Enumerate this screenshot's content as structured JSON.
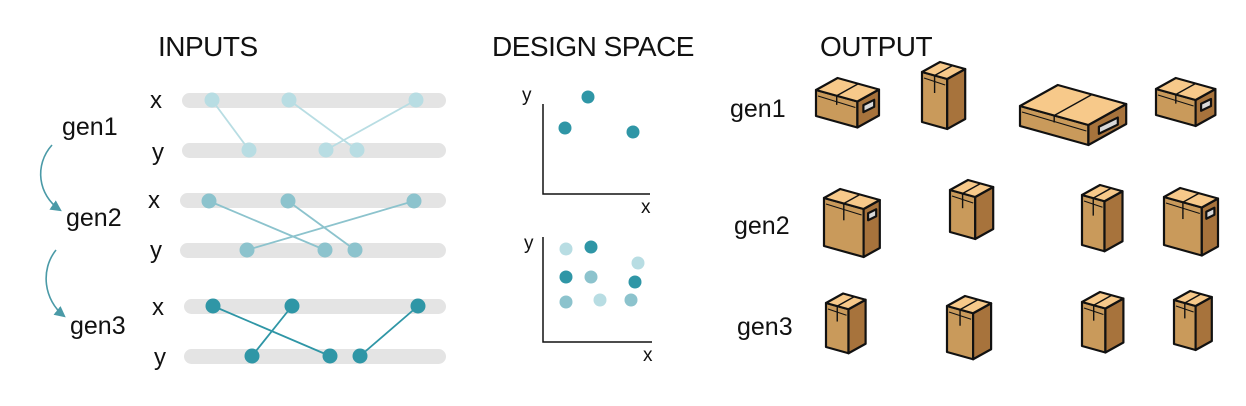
{
  "headings": {
    "inputs": "INPUTS",
    "design_space": "DESIGN SPACE",
    "output": "OUTPUT"
  },
  "axis_labels": {
    "x": "x",
    "y": "y"
  },
  "colors": {
    "gen1": "#b8dde3",
    "gen2": "#8cc3cd",
    "gen3": "#2f96a6",
    "track": "#e4e4e4",
    "box_front": "#c99a5b",
    "box_top": "#f7c98a",
    "box_side": "#a7733c"
  },
  "inputs": {
    "generations": [
      {
        "label": "gen1",
        "color_key": "gen1"
      },
      {
        "label": "gen2",
        "color_key": "gen2"
      },
      {
        "label": "gen3",
        "color_key": "gen3"
      }
    ]
  },
  "output": {
    "generations": [
      {
        "label": "gen1",
        "boxes": 4
      },
      {
        "label": "gen2",
        "boxes": 4
      },
      {
        "label": "gen3",
        "boxes": 4
      }
    ]
  }
}
